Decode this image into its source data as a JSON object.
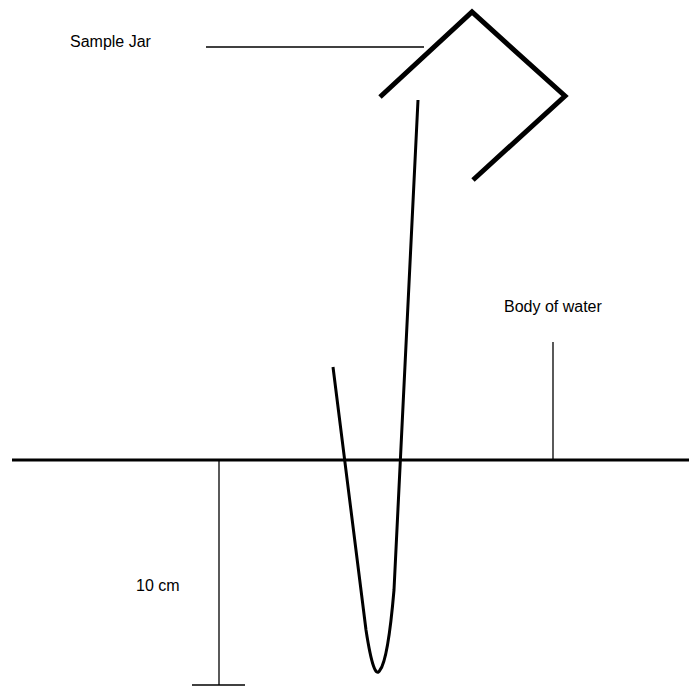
{
  "diagram": {
    "labels": [
      "Sample Jar",
      "Body of water",
      "10 cm"
    ]
  }
}
